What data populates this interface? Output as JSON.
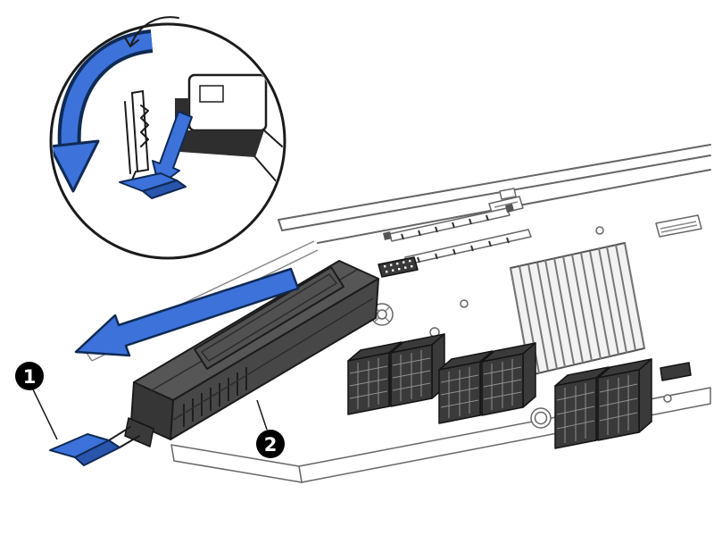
{
  "figure": {
    "type": "hardware-removal-illustration",
    "callouts": [
      {
        "label": "1"
      },
      {
        "label": "2"
      }
    ],
    "colors": {
      "arrow_blue": "#3c72d9",
      "arrow_blue_dark": "#2a55ad",
      "arrow_outline": "#0f2a55",
      "badge_bg": "#000000",
      "badge_text": "#ffffff"
    }
  }
}
